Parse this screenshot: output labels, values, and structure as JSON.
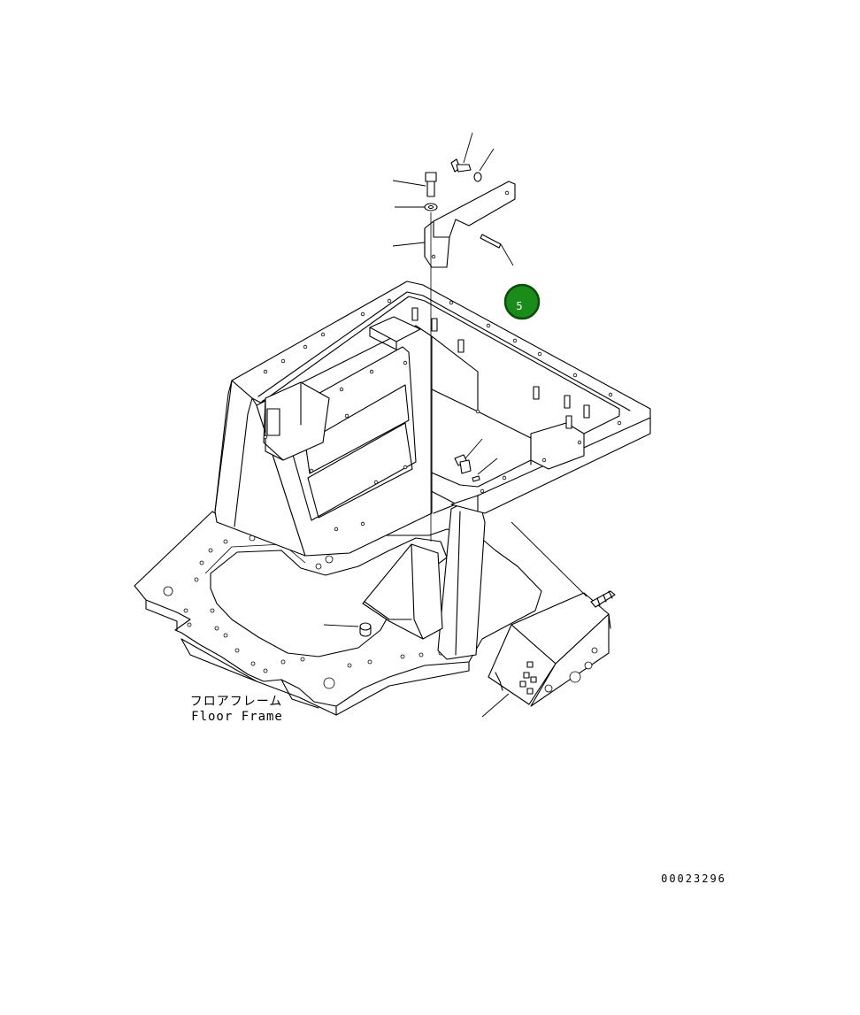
{
  "labels": {
    "floor_frame_jp": "フロアフレーム",
    "floor_frame_en": "Floor Frame",
    "drawing_number": "00023296"
  },
  "callouts": [
    {
      "id": "callout-5",
      "text": "5",
      "color": "#1a8c1a"
    }
  ],
  "colors": {
    "line": "#000000",
    "background": "#ffffff",
    "callout_fill": "#1a8c1a",
    "callout_ring": "#0b4d0b"
  }
}
